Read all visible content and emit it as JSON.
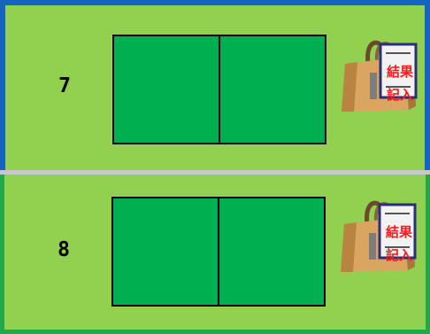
{
  "courts": [
    {
      "number": "7",
      "result_label_line1": "結果",
      "result_label_line2": "記入"
    },
    {
      "number": "8",
      "result_label_line1": "結果",
      "result_label_line2": "記入"
    }
  ],
  "colors": {
    "field_background": "#92d050",
    "court_fill": "#00b050",
    "row_1_border": "#1565c0",
    "row_2_border": "#22a84a",
    "result_label": "#ff1a1a"
  },
  "icons": [
    "shopping-bag-icon",
    "scorecard-icon"
  ]
}
